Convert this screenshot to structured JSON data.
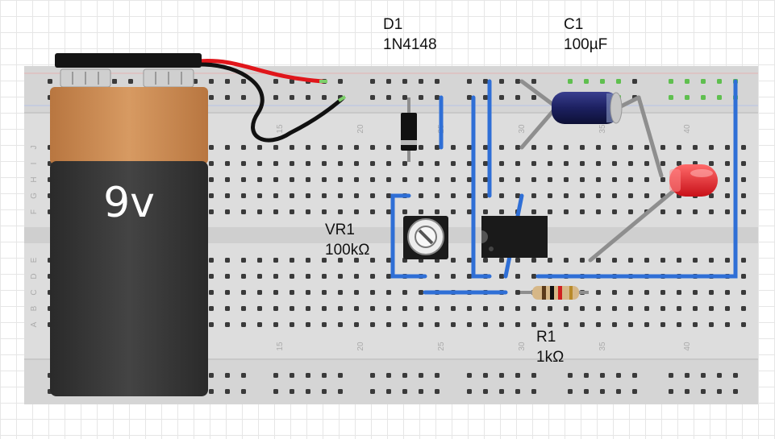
{
  "battery": {
    "label": "9v",
    "body_color": "#3a3a3a",
    "top_color": "#c98a53"
  },
  "components": [
    {
      "id": "D1",
      "ref": "D1",
      "value": "1N4148",
      "kind": "diode"
    },
    {
      "id": "C1",
      "ref": "C1",
      "value": "100µF",
      "kind": "capacitor"
    },
    {
      "id": "VR1",
      "ref": "VR1",
      "value": "100kΩ",
      "kind": "potentiometer"
    },
    {
      "id": "R1",
      "ref": "R1",
      "value": "1kΩ",
      "kind": "resistor"
    }
  ],
  "led": {
    "color": "#e8232a"
  },
  "wire_color": "#2f6fd6",
  "breadboard": {
    "row_letters_top": [
      "J",
      "I",
      "H",
      "G",
      "F"
    ],
    "row_letters_bottom": [
      "E",
      "D",
      "C",
      "B",
      "A"
    ],
    "column_numbers": [
      "15",
      "20",
      "25",
      "30",
      "35",
      "40"
    ]
  }
}
